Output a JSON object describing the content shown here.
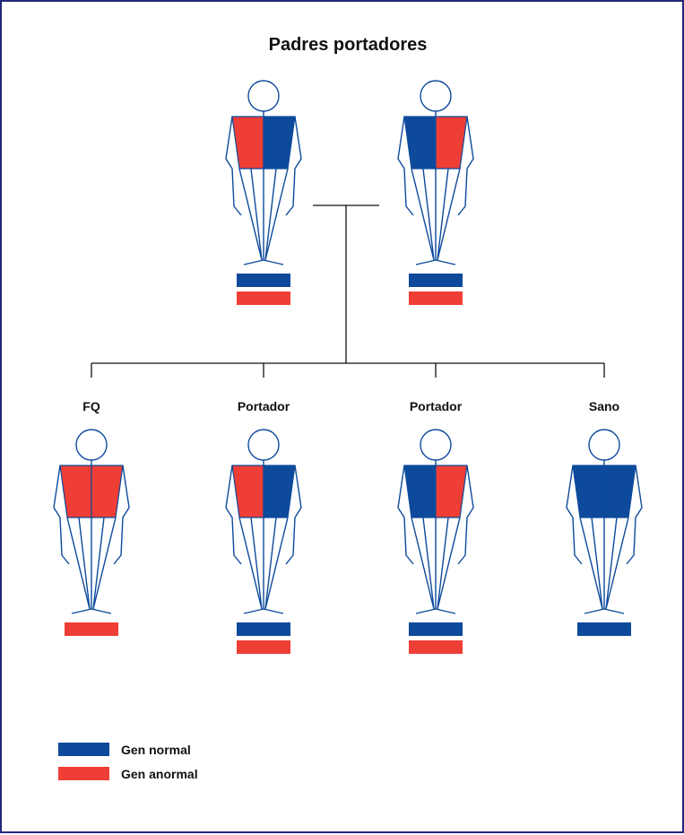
{
  "title": "Padres portadores",
  "colors": {
    "normal": "#0d4a9b",
    "abnormal": "#ef3e36",
    "line": "#111111"
  },
  "parents": [
    {
      "genes": [
        "normal",
        "abnormal"
      ],
      "torso": {
        "left": "abnormal",
        "right": "normal"
      }
    },
    {
      "genes": [
        "normal",
        "abnormal"
      ],
      "torso": {
        "left": "normal",
        "right": "abnormal"
      }
    }
  ],
  "children": [
    {
      "label": "FQ",
      "genes": [
        "abnormal"
      ],
      "torso": {
        "left": "abnormal",
        "right": "abnormal"
      }
    },
    {
      "label": "Portador",
      "genes": [
        "normal",
        "abnormal"
      ],
      "torso": {
        "left": "abnormal",
        "right": "normal"
      }
    },
    {
      "label": "Portador",
      "genes": [
        "normal",
        "abnormal"
      ],
      "torso": {
        "left": "normal",
        "right": "abnormal"
      }
    },
    {
      "label": "Sano",
      "genes": [
        "normal"
      ],
      "torso": {
        "left": "normal",
        "right": "normal"
      }
    }
  ],
  "legend": [
    {
      "key": "normal",
      "label": "Gen normal"
    },
    {
      "key": "abnormal",
      "label": "Gen anormal"
    }
  ]
}
